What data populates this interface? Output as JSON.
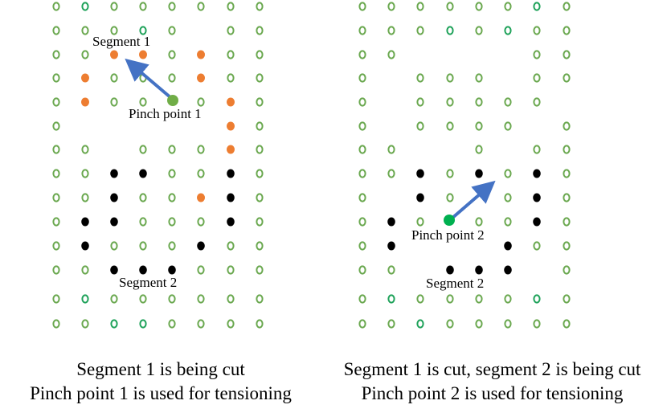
{
  "colors": {
    "green_outline": "#6aa84f",
    "teal_outline": "#1fa25a",
    "orange": "#ed7d31",
    "black": "#000000",
    "pinch_green": "#70ad47",
    "pinch_green_right": "#00b050",
    "arrow_blue": "#4472c4"
  },
  "left_panel": {
    "segment1_label": "Segment 1",
    "segment2_label": "Segment 2",
    "pinch_label": "Pinch point 1",
    "caption_line1": "Segment 1 is being cut",
    "caption_line2": "Pinch point 1 is used for tensioning"
  },
  "right_panel": {
    "segment2_label": "Segment 2",
    "pinch_label": "Pinch point 2",
    "caption_line1": "Segment 1 is cut, segment 2 is being cut",
    "caption_line2": "Pinch point 2 is used for tensioning"
  }
}
